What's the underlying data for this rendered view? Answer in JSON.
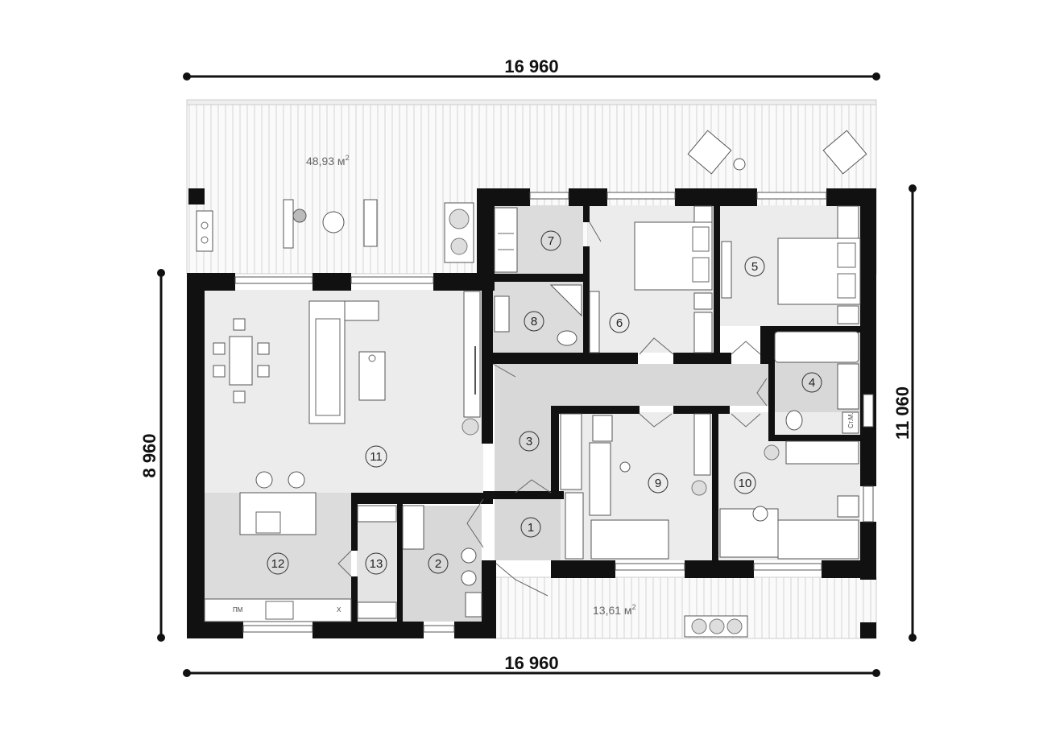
{
  "dimensions": {
    "top": "16  960",
    "bottom": "16  960",
    "left": "8  960",
    "right": "11  060"
  },
  "terrace_areas": {
    "north": "48,93 м",
    "south": "13,61 м",
    "superscript": "2"
  },
  "rooms": [
    {
      "number": "1"
    },
    {
      "number": "2"
    },
    {
      "number": "3"
    },
    {
      "number": "4"
    },
    {
      "number": "5"
    },
    {
      "number": "6"
    },
    {
      "number": "7"
    },
    {
      "number": "8"
    },
    {
      "number": "9"
    },
    {
      "number": "10"
    },
    {
      "number": "11"
    },
    {
      "number": "12"
    },
    {
      "number": "13"
    }
  ],
  "fixture_labels": {
    "dishwasher": "ПМ",
    "fridge": "Х",
    "washer": "Ст.М."
  }
}
